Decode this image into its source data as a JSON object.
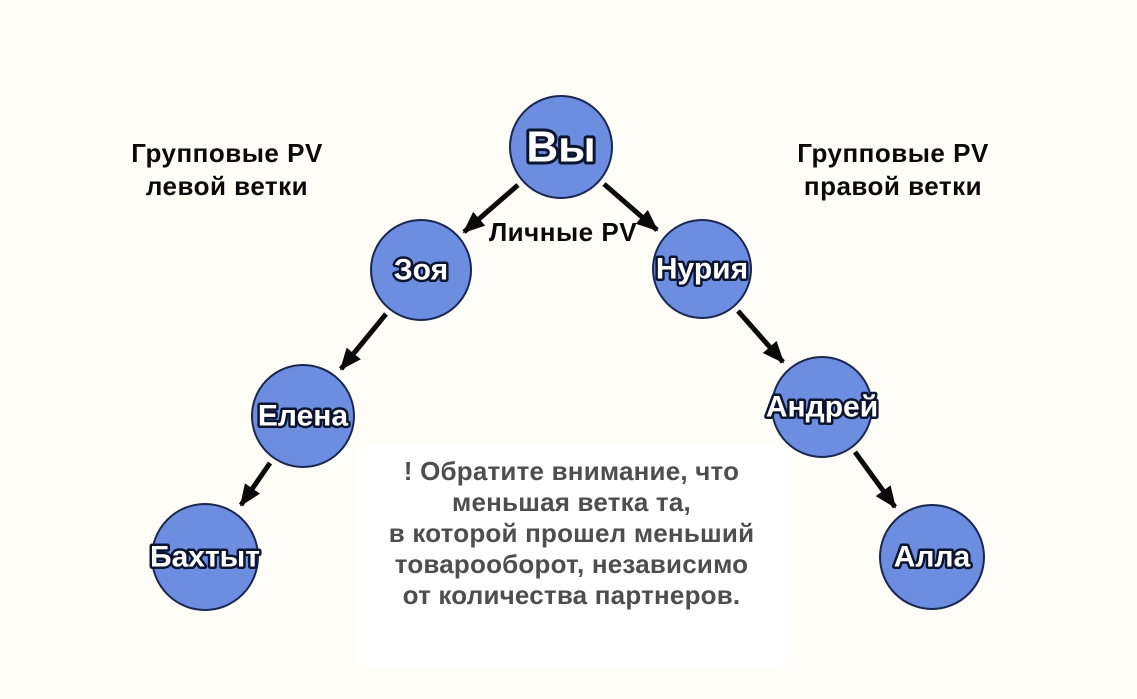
{
  "colors": {
    "background": "#fffdf8",
    "panel_bg": "#ffffff",
    "node_fill": "#6c8de0",
    "node_stroke": "#1a2750",
    "arrow": "#0a0a0a",
    "label_text": "#0a0a0a",
    "note_text": "#4e4e4e",
    "node_label_fill": "#ffffff",
    "node_label_outline": "#0c1530"
  },
  "annotations": {
    "left_group": {
      "line1": "Групповые PV",
      "line2": "левой ветки"
    },
    "right_group": {
      "line1": "Групповые PV",
      "line2": "правой ветки"
    },
    "personal_pv": "Личные PV"
  },
  "nodes": [
    {
      "id": "you",
      "label": "Вы"
    },
    {
      "id": "zoya",
      "label": "Зоя"
    },
    {
      "id": "nuria",
      "label": "Нурия"
    },
    {
      "id": "elena",
      "label": "Елена"
    },
    {
      "id": "andrey",
      "label": "Андрей"
    },
    {
      "id": "bakhtyt",
      "label": "Бахтыт"
    },
    {
      "id": "alla",
      "label": "Алла"
    }
  ],
  "edges": [
    {
      "from": "you",
      "to": "zoya"
    },
    {
      "from": "you",
      "to": "nuria"
    },
    {
      "from": "zoya",
      "to": "elena"
    },
    {
      "from": "elena",
      "to": "bakhtyt"
    },
    {
      "from": "nuria",
      "to": "andrey"
    },
    {
      "from": "andrey",
      "to": "alla"
    }
  ],
  "note": {
    "lines": [
      "! Обратите внимание, что",
      "меньшая ветка та,",
      "в которой прошел меньший",
      "товарооборот, независимо",
      "от количества партнеров."
    ]
  }
}
